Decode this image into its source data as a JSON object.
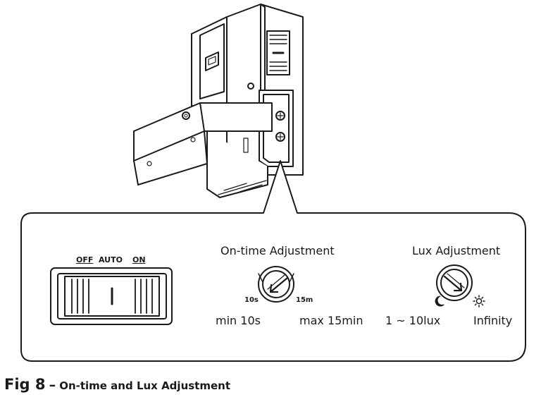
{
  "switch": {
    "off_label": "OFF",
    "auto_label": "AUTO",
    "on_label": "ON"
  },
  "ontime": {
    "title": "On-time Adjustment",
    "min_mark": "10s",
    "max_mark": "15m",
    "min_label": "min 10s",
    "max_label": "max 15min"
  },
  "lux": {
    "title": "Lux Adjustment",
    "min_label": "1 ~ 10lux",
    "max_label": "Infinity",
    "min_icon": "crescent-moon-icon",
    "max_icon": "sun-icon"
  },
  "caption": {
    "figure": "Fig 8",
    "dash": "–",
    "title": "On-time and Lux Adjustment"
  },
  "colors": {
    "line": "#1a1a1a",
    "background": "#ffffff"
  }
}
